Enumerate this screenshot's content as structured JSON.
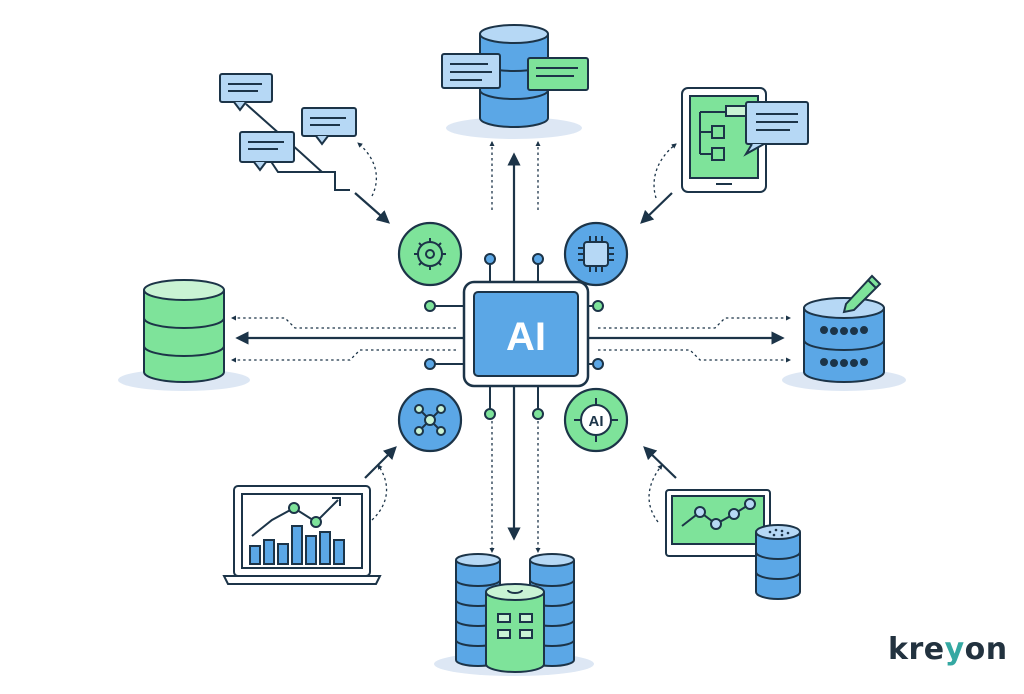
{
  "hub": {
    "label": "AI"
  },
  "sub_hub_badge": {
    "label": "AI"
  },
  "brand": {
    "prefix": "kre",
    "accent": "y",
    "suffix": "on"
  },
  "palette": {
    "ink": "#1c3448",
    "blue": "#5ba7e6",
    "light_blue": "#b6d8f5",
    "green": "#7ee39a",
    "light_green": "#c9f3d4",
    "shadow": "#dde7f4",
    "brand_accent": "#34a8a2"
  },
  "nodes": [
    {
      "id": "chat-messages",
      "icon": "chat-bubbles-icon"
    },
    {
      "id": "database-top",
      "icon": "database-with-chat-icon"
    },
    {
      "id": "tablet-flowchart",
      "icon": "tablet-flowchart-icon"
    },
    {
      "id": "database-left",
      "icon": "green-database-icon"
    },
    {
      "id": "database-right",
      "icon": "database-with-pen-icon"
    },
    {
      "id": "laptop-chart",
      "icon": "laptop-bar-chart-icon"
    },
    {
      "id": "server-cluster",
      "icon": "server-cylinders-icon"
    },
    {
      "id": "monitor-chart",
      "icon": "monitor-line-chart-icon"
    }
  ]
}
